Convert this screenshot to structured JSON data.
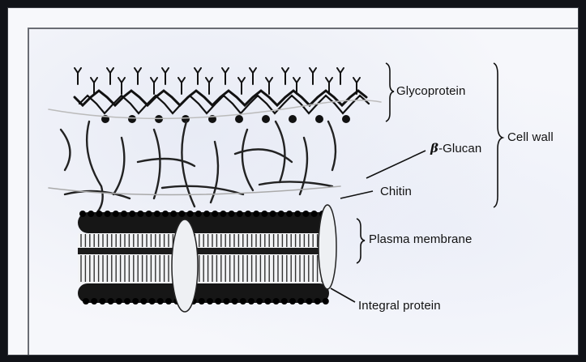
{
  "diagram": {
    "labels": {
      "glycoprotein": "Glycoprotein",
      "beta_symbol": "β",
      "beta_glucan_rest": "-Glucan",
      "chitin": "Chitin",
      "cell_wall": "Cell wall",
      "plasma_membrane": "Plasma membrane",
      "integral_protein": "Integral protein"
    },
    "colors": {
      "ink": "#111111",
      "panel_bg": "#f6f7fb",
      "frame": "#111318"
    },
    "icons": [
      "cell-wall-structure-illustration",
      "glycoprotein-y-branches",
      "lipid-bilayer-cylinder",
      "integral-protein-ellipse"
    ]
  }
}
